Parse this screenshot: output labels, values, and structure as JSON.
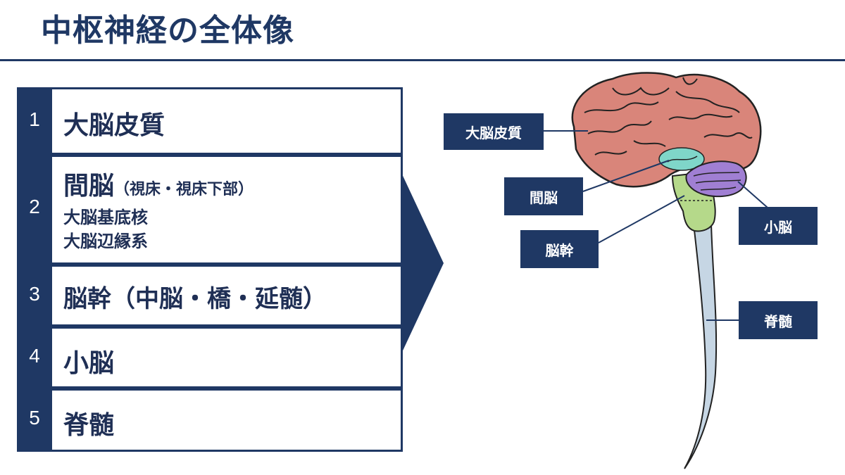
{
  "title": "中枢神経の全体像",
  "list": [
    {
      "num": "1",
      "main": "大脳皮質"
    },
    {
      "num": "2",
      "main": "間脳",
      "paren": "（視床・視床下部）",
      "subs": [
        "大脳基底核",
        "大脳辺縁系"
      ]
    },
    {
      "num": "3",
      "main": "脳幹（中脳・橋・延髄）"
    },
    {
      "num": "4",
      "main": "小脳"
    },
    {
      "num": "5",
      "main": "脊髄"
    }
  ],
  "labels": {
    "cortex": "大脳皮質",
    "diencephalon": "間脳",
    "brainstem": "脳幹",
    "cerebellum": "小脳",
    "spinal_cord": "脊髄"
  },
  "colors": {
    "navy": "#1f3864",
    "cortex": "#d9857a",
    "diencephalon": "#7fd6c9",
    "cerebellum": "#a07fd3",
    "brainstem": "#b5d98a",
    "spinal_cord": "#c6d6e4"
  }
}
